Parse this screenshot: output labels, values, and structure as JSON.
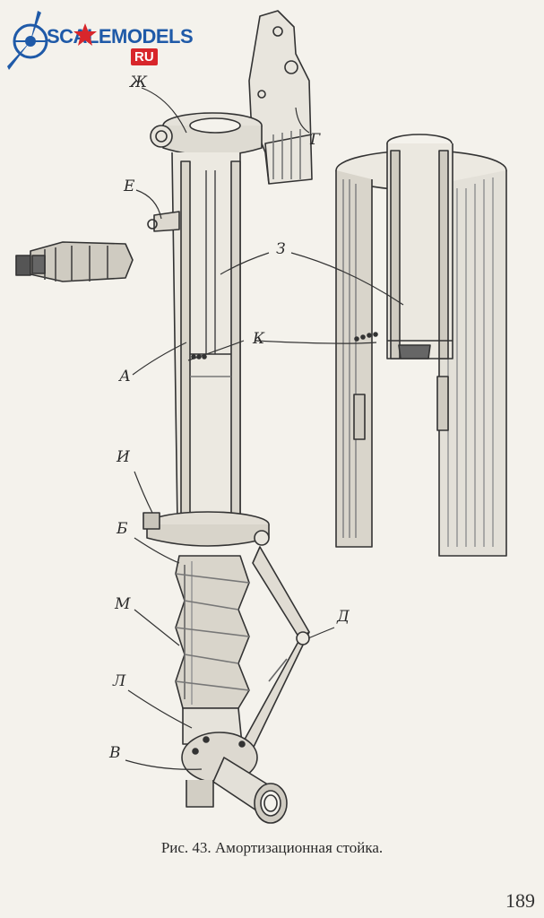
{
  "logo": {
    "text": "SC★LEMODELS",
    "text_main": "SCALEMODELS",
    "suffix": "RU",
    "brand_blue": "#1f5aa8",
    "brand_red": "#d8262b"
  },
  "labels": {
    "zh": "Ж",
    "g": "Г",
    "e": "Е",
    "z": "З",
    "k": "К",
    "a": "А",
    "i": "И",
    "b": "Б",
    "m": "М",
    "d": "Д",
    "l": "Л",
    "v": "В"
  },
  "caption": "Рис. 43. Амортизационная стойка.",
  "page_number": "189"
}
